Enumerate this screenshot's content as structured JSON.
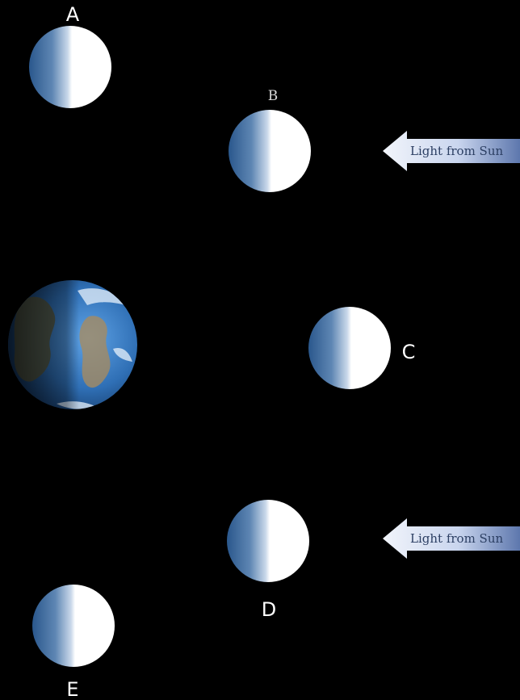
{
  "moons": [
    {
      "id": "A",
      "label": "A"
    },
    {
      "id": "B",
      "label": "B"
    },
    {
      "id": "C",
      "label": "C"
    },
    {
      "id": "D",
      "label": "D"
    },
    {
      "id": "E",
      "label": "E"
    }
  ],
  "arrows": [
    {
      "text": "Light from Sun"
    },
    {
      "text": "Light from Sun"
    }
  ],
  "colors": {
    "background": "#000000",
    "moon_lit": "#ffffff",
    "moon_dark": "#2f5f96",
    "earth_ocean": "#2a6fb8",
    "earth_land": "#6a6a4a",
    "arrow_light": "#dfe6f5",
    "arrow_dark": "#6f86b8"
  }
}
